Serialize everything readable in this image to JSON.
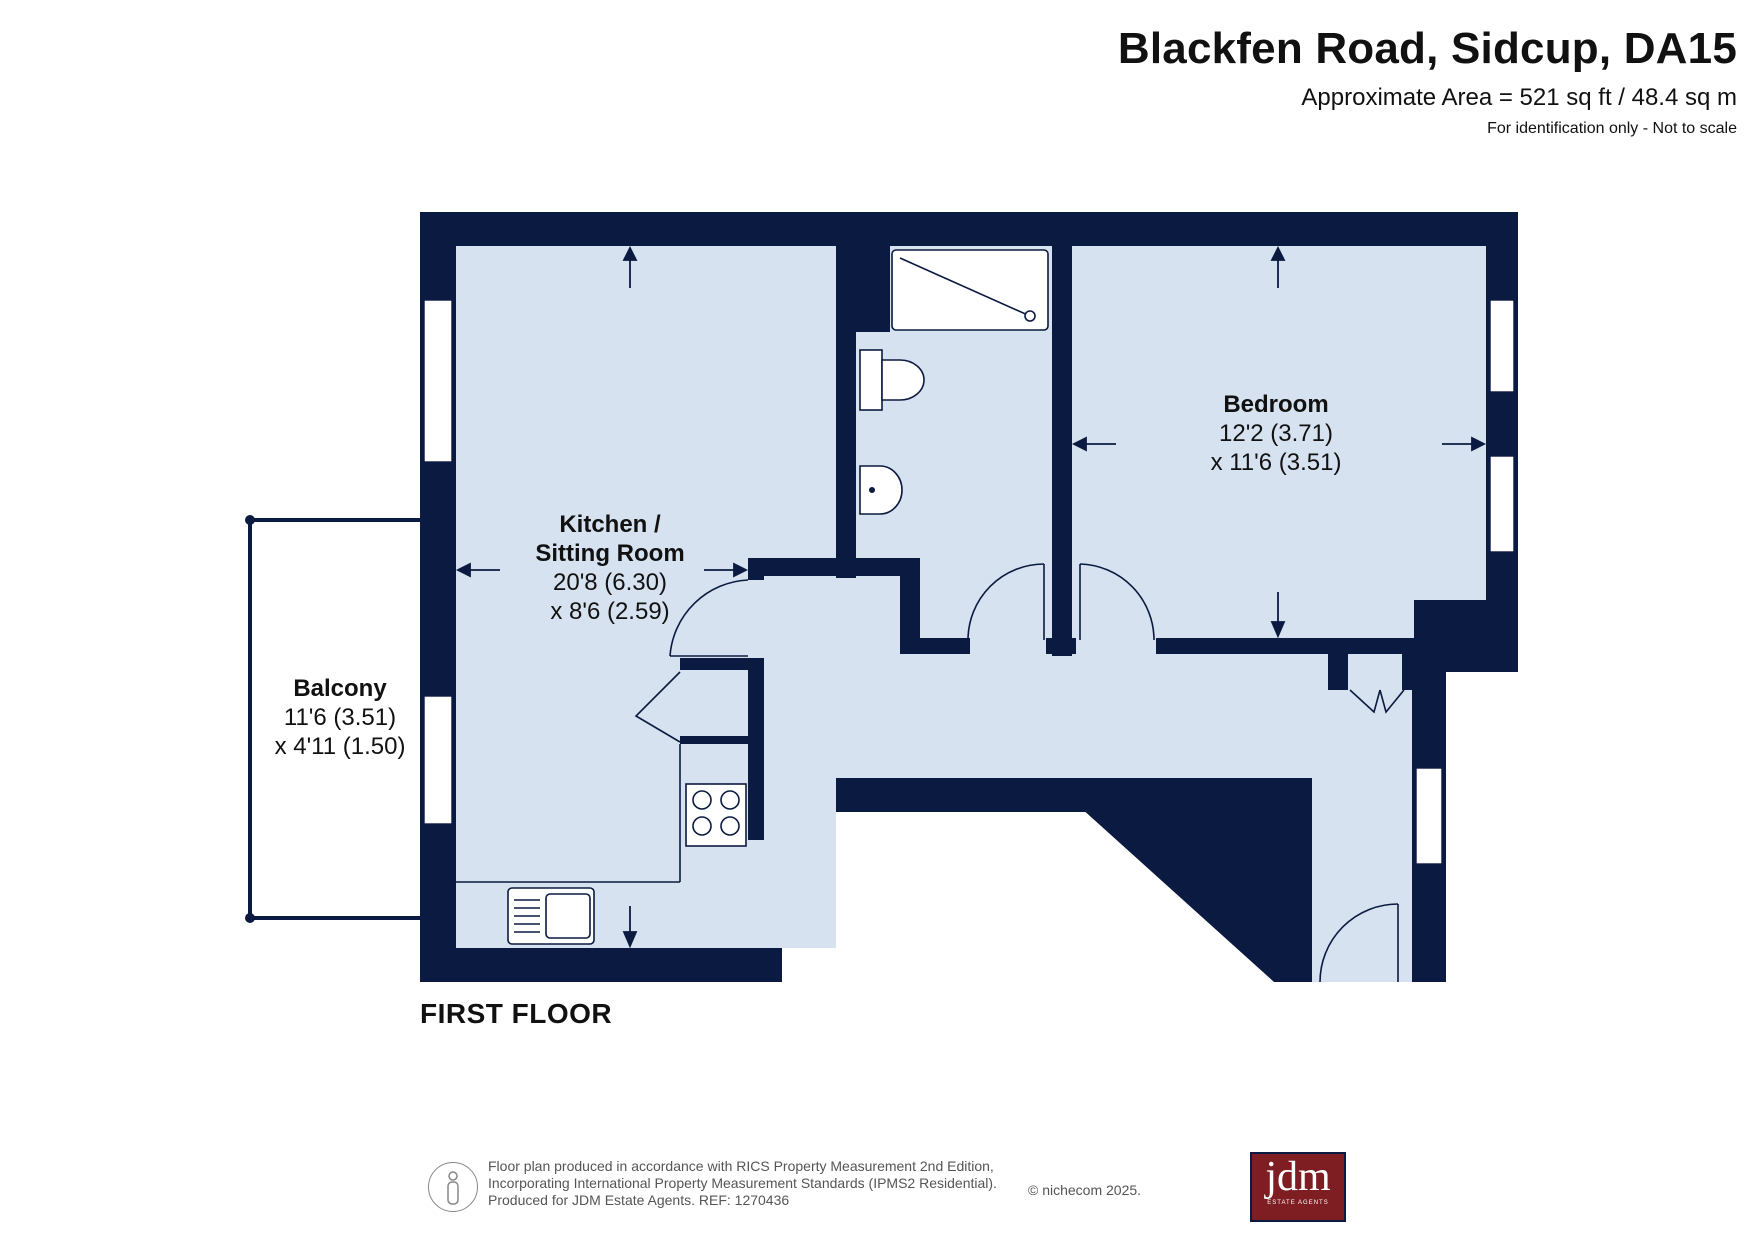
{
  "header": {
    "title": "Blackfen Road, Sidcup, DA15",
    "area": "Approximate Area = 521 sq ft / 48.4 sq m",
    "note": "For identification only - Not to scale"
  },
  "rooms": {
    "kitchen": {
      "name1": "Kitchen /",
      "name2": "Sitting Room",
      "dim1": "20'8 (6.30)",
      "dim2": "x 8'6 (2.59)"
    },
    "bedroom": {
      "name": "Bedroom",
      "dim1": "12'2 (3.71)",
      "dim2": "x 11'6 (3.51)"
    },
    "balcony": {
      "name": "Balcony",
      "dim1": "11'6 (3.51)",
      "dim2": "x 4'11 (1.50)"
    }
  },
  "floor_label": "FIRST FLOOR",
  "footer": {
    "line1": "Floor plan produced in accordance with RICS Property Measurement 2nd Edition,",
    "line2": "Incorporating International Property Measurement Standards (IPMS2 Residential).",
    "line3": "Produced for JDM Estate Agents.   REF:  1270436",
    "copyright": "© nichecom 2025."
  },
  "logo": {
    "text": "jdm",
    "subtext": "ESTATE AGENTS"
  },
  "colors": {
    "wall": "#0b1a40",
    "room": "#d6e2ef",
    "logo": "#7e1d22"
  }
}
